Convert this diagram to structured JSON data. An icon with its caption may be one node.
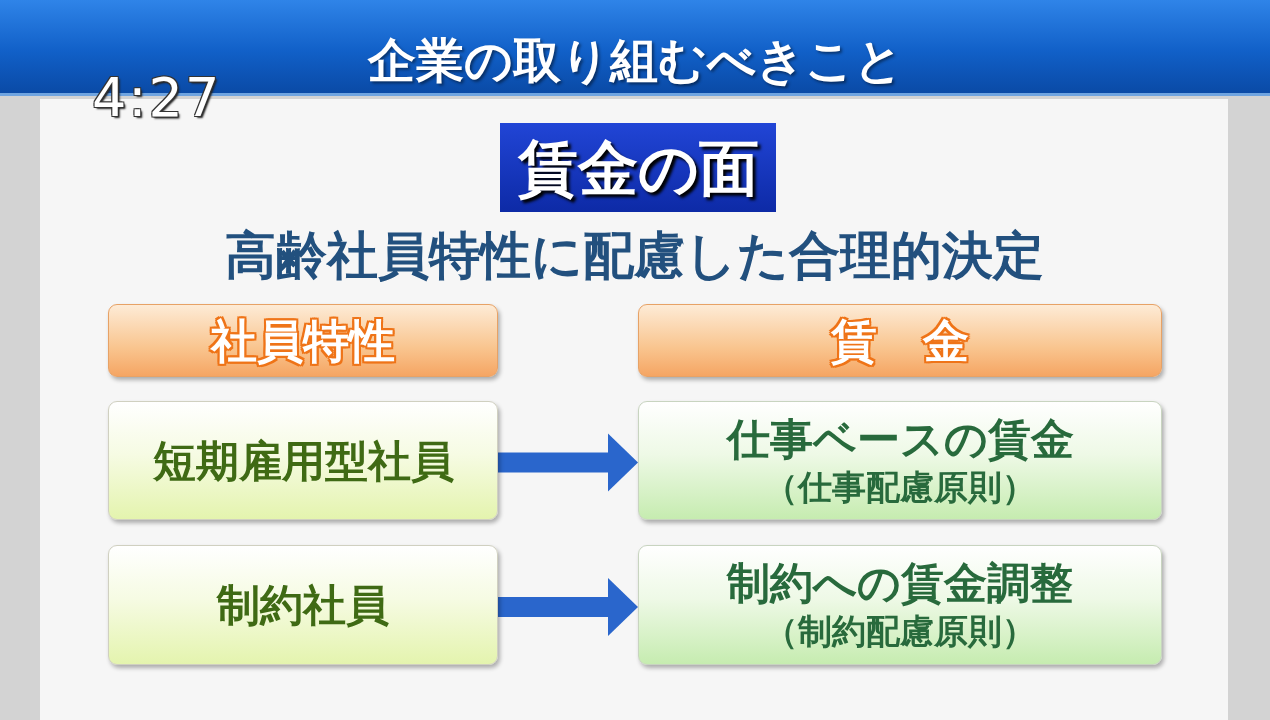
{
  "diagram": {
    "title": "企業の取り組むべきこと",
    "nodes": [
      {
        "text": [
          "賃金の面"
        ]
      },
      {
        "text": [
          "社員特性"
        ]
      },
      {
        "text": [
          "賃　金"
        ]
      },
      {
        "text": [
          "短期雇用型社員"
        ]
      },
      {
        "text": [
          "仕事ベースの賃金",
          "（仕事配慮原則）"
        ]
      },
      {
        "text": [
          "制約社員"
        ]
      },
      {
        "text": [
          "制約への賃金調整",
          "（制約配慮原則）"
        ]
      }
    ],
    "edges": [
      {
        "from": 3,
        "to": 4,
        "arrow": "to"
      },
      {
        "from": 5,
        "to": 6,
        "arrow": "to"
      }
    ],
    "labels": [
      "4:27",
      "高齢社員特性に配慮した合理的決定"
    ]
  }
}
